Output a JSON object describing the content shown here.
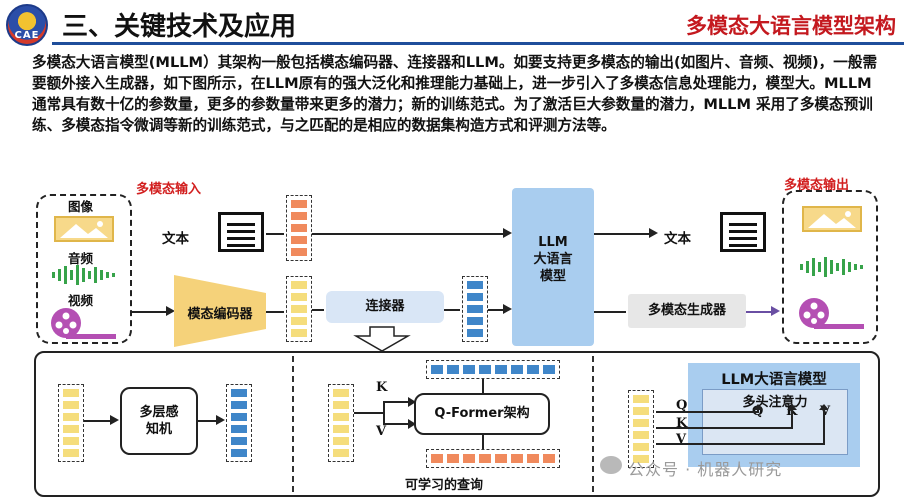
{
  "header": {
    "logo_text": "CAE",
    "section_title": "三、关键技术及应用",
    "slide_title": "多模态大语言模型架构"
  },
  "intro": "多模态大语言模型(MLLM）其架构一般包括模态编码器、连接器和LLM。如要支持更多模态的输出(如图片、音频、视频)，一般需要额外接入生成器，如下图所示，在LLM原有的强大泛化和推理能力基础上，进一步引入了多模态信息处理能力，模型大。MLLM 通常具有数十亿的参数量，更多的参数量带来更多的潜力；新的训练范式。为了激活巨大参数量的潜力，MLLM 采用了多模态预训练、多模态指令微调等新的训练范式，与之匹配的是相应的数据集构造方式和评测方法等。",
  "diagram": {
    "input_title": "多模态输入",
    "output_title": "多模态输出",
    "input_modalities": [
      "图像",
      "音频",
      "视频"
    ],
    "text_in": "文本",
    "text_out": "文本",
    "encoder": "模态编码器",
    "connector": "连接器",
    "llm": "LLM\n大语言\n模型",
    "generator": "多模态生成器",
    "mlp": "多层感\n知机",
    "qformer": "Q-Former架构",
    "learnable_queries": "可学习的查询",
    "llm2_title": "LLM大语言模型",
    "attention": "多头注意力",
    "k": "K",
    "v": "V",
    "q": "Q"
  },
  "watermark": "公众号 · 机器人研究",
  "colors": {
    "title_red": "#c4191f",
    "rule_blue": "#1f4e9b",
    "llm_blue": "#a9cdef",
    "encoder_yellow": "#f5d27a",
    "token_orange": "#f08a5d",
    "token_yellow": "#f5dd7c",
    "token_blue": "#3f86c9"
  },
  "icons": [
    "document-icon",
    "image-icon",
    "audio-wave-icon",
    "film-reel-icon",
    "wechat-icon"
  ]
}
